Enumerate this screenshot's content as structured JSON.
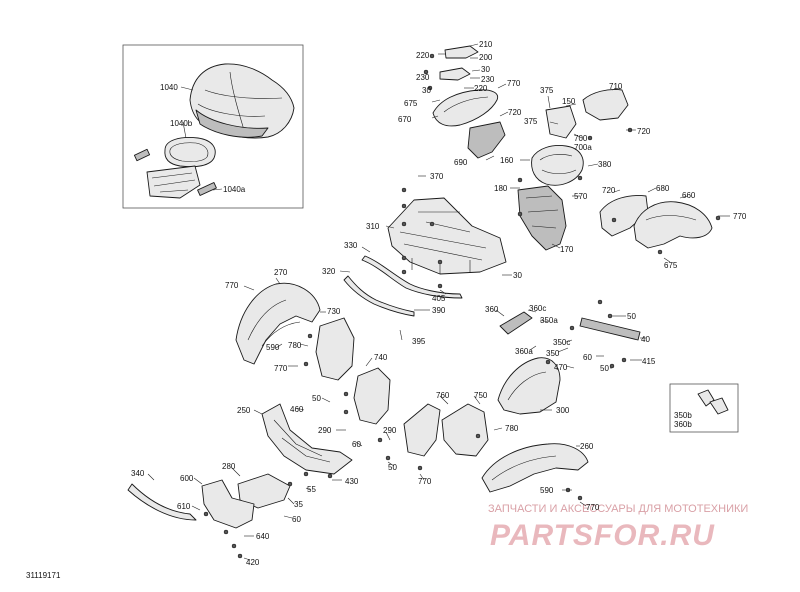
{
  "diagram": {
    "code": "31119171",
    "watermark": {
      "tagline": "ЗАПЧАСТИ И АКСЕССУАРЫ ДЛЯ МОТОТЕХНИКИ",
      "brand": "PARTSFOR.RU"
    },
    "labels": [
      "1040",
      "1040b",
      "1040a",
      "220",
      "210",
      "200",
      "30",
      "230",
      "230",
      "220",
      "30",
      "770",
      "675",
      "670",
      "720",
      "375",
      "375",
      "150",
      "710",
      "720",
      "700",
      "700a",
      "690",
      "160",
      "380",
      "370",
      "180",
      "570",
      "720",
      "680",
      "660",
      "770",
      "310",
      "170",
      "675",
      "330",
      "320",
      "30",
      "405",
      "270",
      "770",
      "390",
      "730",
      "395",
      "590",
      "780",
      "770",
      "740",
      "360",
      "360c",
      "350a",
      "350c",
      "50",
      "40",
      "360a",
      "350",
      "60",
      "470",
      "415",
      "50",
      "50",
      "460",
      "250",
      "290",
      "60",
      "760",
      "750",
      "300",
      "290",
      "780",
      "50",
      "350b",
      "360b",
      "260",
      "340",
      "600",
      "280",
      "55",
      "430",
      "770",
      "590",
      "770",
      "610",
      "35",
      "60",
      "640",
      "420"
    ]
  }
}
